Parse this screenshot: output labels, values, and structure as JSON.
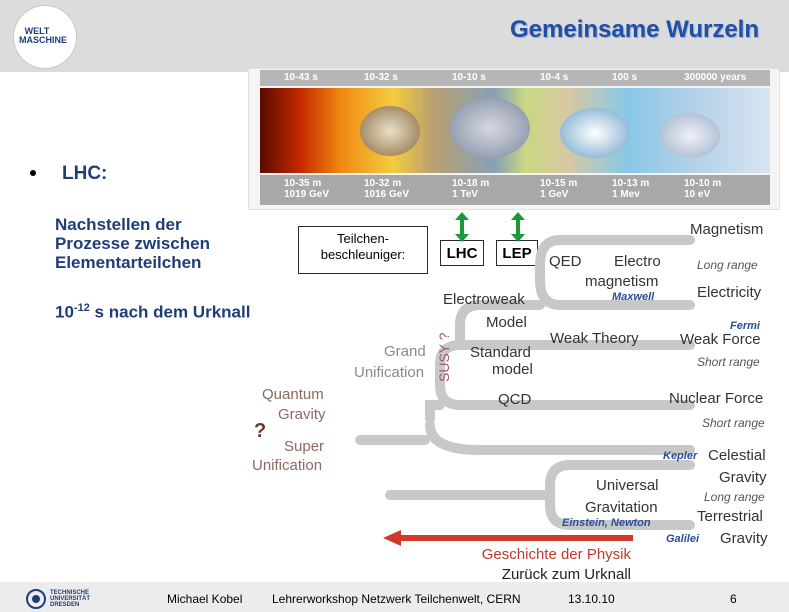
{
  "header": {
    "logo_line1": "WELT",
    "logo_line2": "MASCHINE",
    "title": "Gemeinsame Wurzeln"
  },
  "timeline": {
    "times": [
      "10-43 s",
      "10-32 s",
      "10-10 s",
      "10-4 s",
      "100 s",
      "300000 years"
    ],
    "scales": [
      {
        "size": "10-35 m",
        "energy": "1019 GeV"
      },
      {
        "size": "10-32 m",
        "energy": "1016 GeV"
      },
      {
        "size": "10-18 m",
        "energy": "1 TeV"
      },
      {
        "size": "10-15 m",
        "energy": "1 GeV"
      },
      {
        "size": "10-13 m",
        "energy": "1 Mev"
      },
      {
        "size": "10-10 m",
        "energy": "10 eV"
      }
    ]
  },
  "left": {
    "lhc_label": "LHC:",
    "desc_line1": "Nachstellen der",
    "desc_line2": "Prozesse zwischen",
    "desc_line3": "Elementarteilchen",
    "time_base": "10",
    "time_exp": "-12",
    "time_rest": " s nach dem Urknall"
  },
  "accelerators": {
    "label_line1": "Teilchen-",
    "label_line2": "beschleuniger:",
    "lhc": "LHC",
    "lep": "LEP"
  },
  "diagram": {
    "magnetism": "Magnetism",
    "long_range_1": "Long range",
    "electricity": "Electricity",
    "qed": "QED",
    "electro": "Electro",
    "magnetism2": "magnetism",
    "maxwell": "Maxwell",
    "electroweak": "Electroweak",
    "model": "Model",
    "weak_theory": "Weak Theory",
    "fermi": "Fermi",
    "weak_force": "Weak Force",
    "short_range_1": "Short range",
    "standard": "Standard",
    "model2": "model",
    "grand": "Grand",
    "unification": "Unification",
    "susy": "SUSY ?",
    "qcd": "QCD",
    "nuclear_force": "Nuclear Force",
    "short_range_2": "Short range",
    "quantum": "Quantum",
    "gravity": "Gravity",
    "qmark": "?",
    "super": "Super",
    "unification2": "Unification",
    "kepler": "Kepler",
    "celestial": "Celestial",
    "gravity2": "Gravity",
    "universal": "Universal",
    "long_range_2": "Long range",
    "gravitation": "Gravitation",
    "terrestrial": "Terrestrial",
    "einstein_newton": "Einstein, Newton",
    "galilei": "Galilei",
    "gravity3": "Gravity"
  },
  "history": {
    "line1": "Geschichte der Physik",
    "line2": "Zurück zum Urknall"
  },
  "footer": {
    "uni_line1": "TECHNISCHE",
    "uni_line2": "UNIVERSITÄT",
    "uni_line3": "DRESDEN",
    "author": "Michael Kobel",
    "event": "Lehrerworkshop  Netzwerk Teilchenwelt, CERN",
    "date": "13.10.10",
    "page": "6"
  }
}
